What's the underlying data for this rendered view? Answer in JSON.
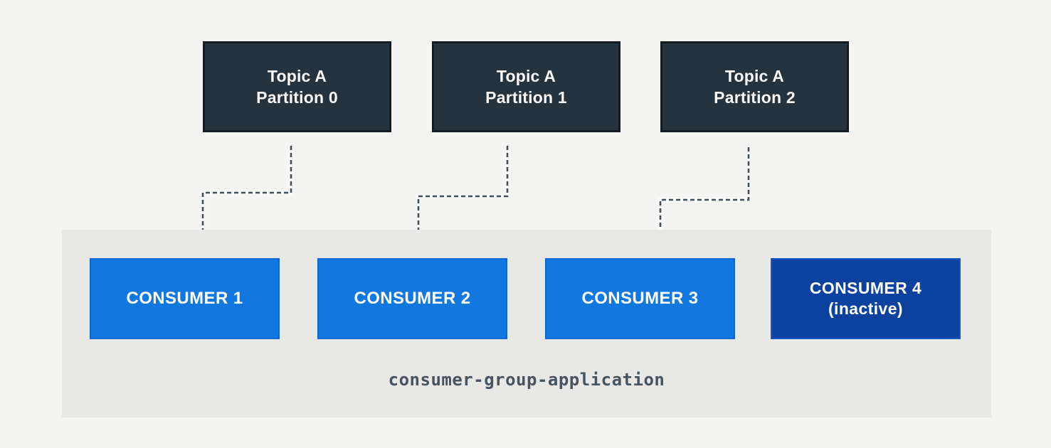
{
  "diagram": {
    "partitions": [
      {
        "line1": "Topic A",
        "line2": "Partition 0"
      },
      {
        "line1": "Topic A",
        "line2": "Partition 1"
      },
      {
        "line1": "Topic A",
        "line2": "Partition 2"
      }
    ],
    "consumers": [
      {
        "label": "CONSUMER 1",
        "state": "active"
      },
      {
        "label": "CONSUMER 2",
        "state": "active"
      },
      {
        "label": "CONSUMER 3",
        "state": "active"
      },
      {
        "label": "CONSUMER 4",
        "sublabel": "(inactive)",
        "state": "inactive"
      }
    ],
    "group_label": "consumer-group-application",
    "colors": {
      "page_background": "#f4f4f2",
      "group_background": "#e8e8e6",
      "partition_fill": "#25333f",
      "partition_border": "#141c23",
      "consumer_active": "#1377e0",
      "consumer_inactive": "#0c429f",
      "arrow": "#3f4e5a",
      "group_label_text": "#46545f",
      "box_text": "#ffffff"
    }
  }
}
